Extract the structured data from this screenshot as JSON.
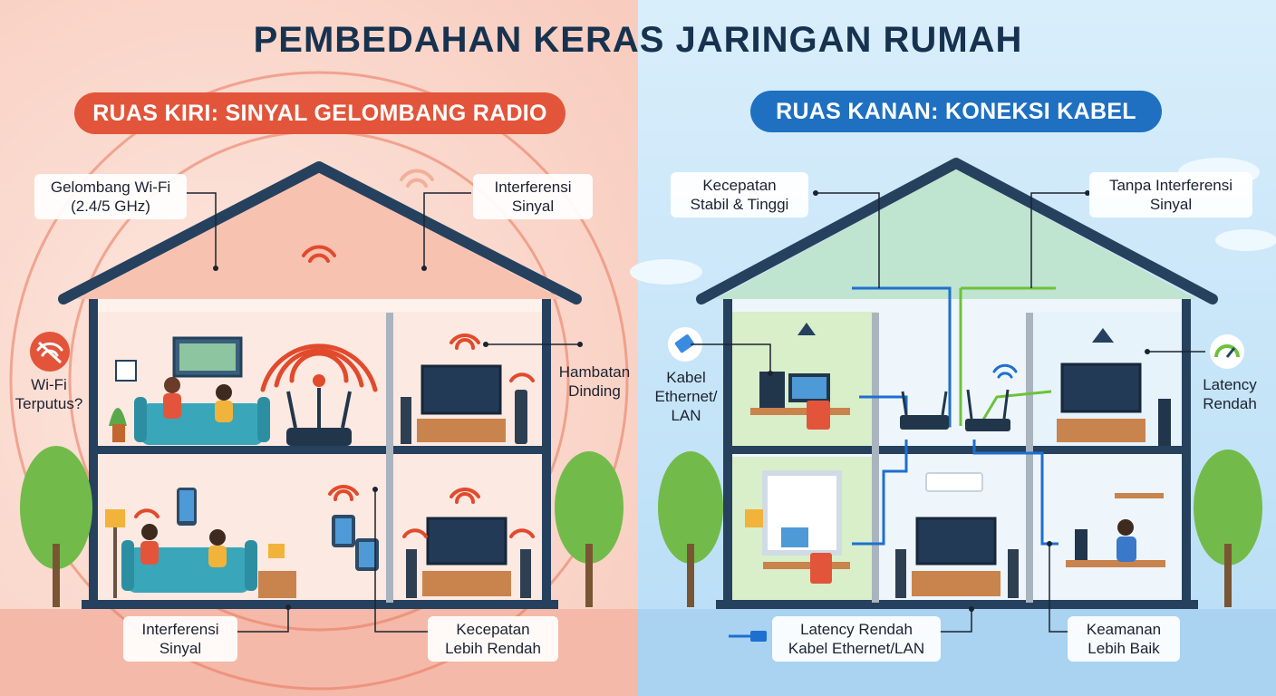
{
  "title": "PEMBEDAHAN KERAS JARINGAN RUMAH",
  "left": {
    "header": "RUAS KIRI: SINYAL GELOMBANG RADIO",
    "labels": {
      "wifi_waves": [
        "Gelombang Wi-Fi",
        "(2.4/5 GHz)"
      ],
      "interference_top": [
        "Interferensi",
        "Sinyal"
      ],
      "wifi_disconnected": [
        "Wi-Fi",
        "Terputus?"
      ],
      "wall_obstruction": [
        "Hambatan",
        "Dinding"
      ],
      "interference_bottom": [
        "Interferensi",
        "Sinyal"
      ],
      "lower_speed": [
        "Kecepatan",
        "Lebih Rendah"
      ]
    }
  },
  "right": {
    "header": "RUAS KANAN: KONEKSI KABEL",
    "labels": {
      "stable_speed": [
        "Kecepatan",
        "Stabil & Tinggi"
      ],
      "no_interference": [
        "Tanpa Interferensi",
        "Sinyal"
      ],
      "ethernet_cable": [
        "Kabel",
        "Ethernet/",
        "LAN"
      ],
      "low_latency": [
        "Latency",
        "Rendah"
      ],
      "low_latency_cable": [
        "Latency Rendah",
        "Kabel Ethernet/LAN"
      ],
      "better_security": [
        "Keamanan",
        "Lebih Baik"
      ]
    }
  },
  "colors": {
    "left_bg": "#fbe3dc",
    "right_bg": "#cfe8f8",
    "house_outline": "#25415e",
    "wifi_red": "#e24a2c",
    "cable_blue": "#1e6fd0",
    "cable_green": "#6cc23a"
  }
}
